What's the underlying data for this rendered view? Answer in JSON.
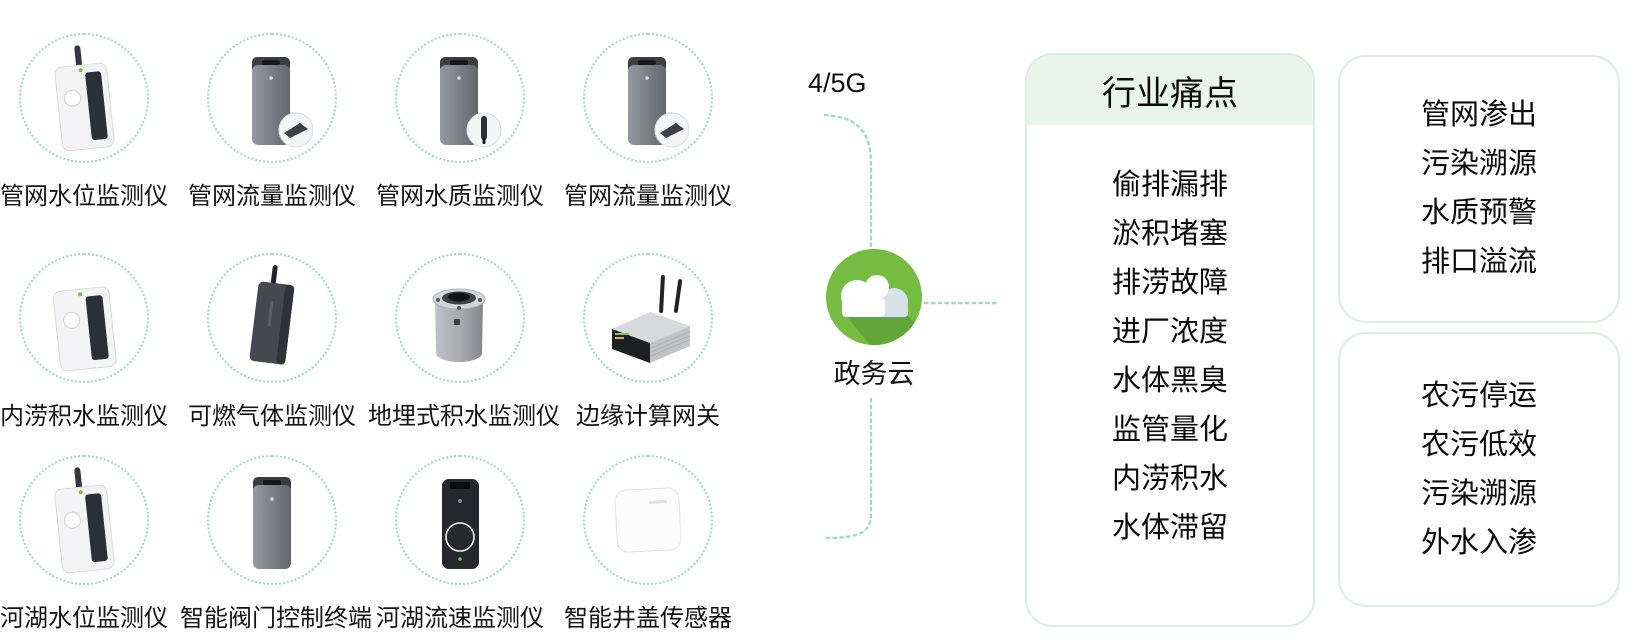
{
  "colors": {
    "accent_green": "#76bc43",
    "cloud_shadow_green": "#63a637",
    "cloud_pale_blue": "#d5e3e7",
    "mint_header": "#e8f4ec",
    "panel_border": "#d7eee1",
    "dotted_ring": "#9cd9bf"
  },
  "network": {
    "label": "4/5G"
  },
  "cloud": {
    "label": "政务云",
    "icon": "cloud-icon"
  },
  "devices": {
    "items": [
      {
        "label": "管网水位监测仪",
        "icon": "water-level-monitor-icon"
      },
      {
        "label": "管网流量监测仪",
        "icon": "pipe-flow-monitor-icon"
      },
      {
        "label": "管网水质监测仪",
        "icon": "water-quality-monitor-icon"
      },
      {
        "label": "管网流量监测仪",
        "icon": "pipe-flow-monitor-icon"
      },
      {
        "label": "内涝积水监测仪",
        "icon": "waterlogging-monitor-icon"
      },
      {
        "label": "可燃气体监测仪",
        "icon": "gas-monitor-icon"
      },
      {
        "label": "地埋式积水监测仪",
        "icon": "buried-water-monitor-icon"
      },
      {
        "label": "边缘计算网关",
        "icon": "edge-gateway-icon"
      },
      {
        "label": "河湖水位监测仪",
        "icon": "river-level-monitor-icon"
      },
      {
        "label": "智能阀门控制终端",
        "icon": "valve-control-terminal-icon"
      },
      {
        "label": "河湖流速监测仪",
        "icon": "flow-velocity-monitor-icon"
      },
      {
        "label": "智能井盖传感器",
        "icon": "manhole-cover-sensor-icon"
      }
    ]
  },
  "pain_points": {
    "title": "行业痛点",
    "items": [
      "偷排漏排",
      "淤积堵塞",
      "排涝故障",
      "进厂浓度",
      "水体黑臭",
      "监管量化",
      "内涝积水",
      "水体滞留"
    ]
  },
  "right_panel_top": {
    "items": [
      "管网渗出",
      "污染溯源",
      "水质预警",
      "排口溢流"
    ]
  },
  "right_panel_bottom": {
    "items": [
      "农污停运",
      "农污低效",
      "污染溯源",
      "外水入渗"
    ]
  }
}
